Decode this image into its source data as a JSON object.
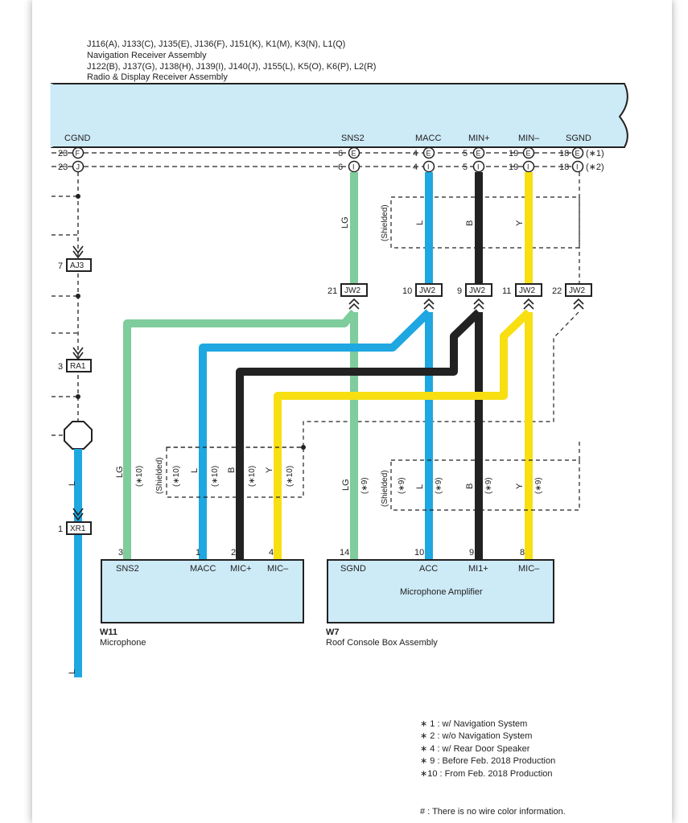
{
  "header": {
    "line1": "J116(A), J133(C), J135(E), J136(F), J151(K), K1(M), K3(N), L1(Q)",
    "line2": "Navigation Receiver Assembly",
    "line3": "J122(B), J137(G), J138(H), J139(I), J140(J), J155(L), K5(O), K6(P), L2(R)",
    "line4": "Radio & Display Receiver Assembly"
  },
  "receiver_pins": {
    "cgnd": {
      "label": "CGND",
      "pin_f": "23",
      "pin_j": "23",
      "conn_f": "F",
      "conn_j": "J"
    },
    "sns2": {
      "label": "SNS2",
      "pin_e": "6",
      "pin_i": "6",
      "conn_e": "E",
      "conn_i": "I"
    },
    "macc": {
      "label": "MACC",
      "pin_e": "4",
      "pin_i": "4",
      "conn_e": "E",
      "conn_i": "I"
    },
    "minp": {
      "label": "MIN+",
      "pin_e": "5",
      "pin_i": "5",
      "conn_e": "E",
      "conn_i": "I"
    },
    "minm": {
      "label": "MIN–",
      "pin_e": "19",
      "pin_i": "19",
      "conn_e": "E",
      "conn_i": "I"
    },
    "sgnd": {
      "label": "SGND",
      "pin_e": "18",
      "pin_i": "18",
      "conn_e": "E",
      "conn_i": "I",
      "note_e": "(∗1)",
      "note_i": "(∗2)"
    }
  },
  "junctions": {
    "aj3": {
      "pin": "7",
      "label": "AJ3"
    },
    "ra1": {
      "pin": "3",
      "label": "RA1"
    },
    "xr1": {
      "pin": "1",
      "label": "XR1"
    },
    "jw2": [
      {
        "pin": "21",
        "label": "JW2"
      },
      {
        "pin": "10",
        "label": "JW2"
      },
      {
        "pin": "9",
        "label": "JW2"
      },
      {
        "pin": "11",
        "label": "JW2"
      },
      {
        "pin": "22",
        "label": "JW2"
      }
    ]
  },
  "wire_colors": {
    "lg": "#7fcc9c",
    "l": "#1ea7e1",
    "b": "#222222",
    "y": "#f7df12",
    "box_fill": "#cdeaf7"
  },
  "labels": {
    "shielded": "(Shielded)",
    "lg": "LG",
    "l": "L",
    "b": "B",
    "y": "Y",
    "n9": "(∗9)",
    "n10": "(∗10)"
  },
  "microphone": {
    "id": "W11",
    "name": "Microphone",
    "pins": [
      {
        "num": "3",
        "label": "SNS2"
      },
      {
        "num": "1",
        "label": "MACC"
      },
      {
        "num": "2",
        "label": "MIC+"
      },
      {
        "num": "4",
        "label": "MIC–"
      }
    ]
  },
  "roof_console": {
    "id": "W7",
    "name": "Roof Console Box Assembly",
    "inner": "Microphone Amplifier",
    "pins": [
      {
        "num": "14",
        "label": "SGND"
      },
      {
        "num": "10",
        "label": "ACC"
      },
      {
        "num": "9",
        "label": "MI1+"
      },
      {
        "num": "8",
        "label": "MIC–"
      }
    ]
  },
  "notes": [
    "∗ 1 : w/ Navigation System",
    "∗ 2 : w/o Navigation System",
    "∗ 4 : w/ Rear Door Speaker",
    "∗ 9 : Before Feb. 2018 Production",
    "∗10 : From Feb. 2018 Production"
  ],
  "footnote": "# : There is no wire color information."
}
